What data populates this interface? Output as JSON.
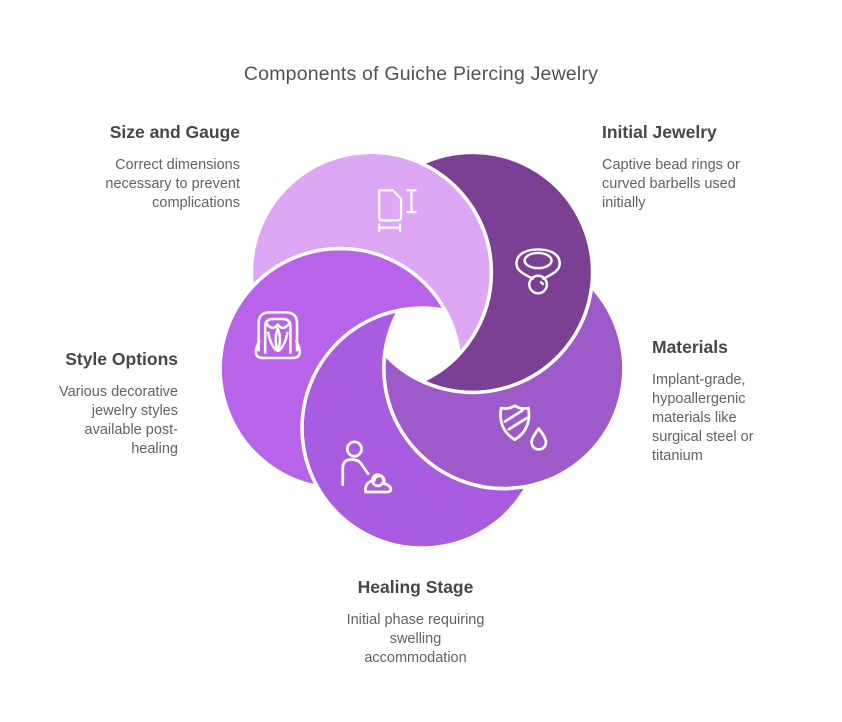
{
  "title": "Components of Guiche Piercing Jewelry",
  "colors": {
    "background": "#ffffff",
    "petal_separator": "#ffffff",
    "heading_text": "#47474b",
    "body_text": "#5f6368",
    "title_text": "#4f5256"
  },
  "sections": [
    {
      "id": "size-gauge",
      "heading": "Size and Gauge",
      "body": "Correct dimensions necessary to prevent complications",
      "color": "#dda7f5",
      "icon": "dimensions-gauge-icon",
      "position": "top-left"
    },
    {
      "id": "initial-jewelry",
      "heading": "Initial Jewelry",
      "body": "Captive bead rings or curved barbells used initially",
      "color": "#7b4094",
      "icon": "captive-bead-ring-icon",
      "position": "top-right"
    },
    {
      "id": "materials",
      "heading": "Materials",
      "body": "Implant-grade, hypoallergenic materials like surgical steel or titanium",
      "color": "#9f5ac9",
      "icon": "shield-water-drop-icon",
      "position": "right"
    },
    {
      "id": "healing-stage",
      "heading": "Healing Stage",
      "body": "Initial phase requiring swelling accommodation",
      "color": "#aa5ce1",
      "icon": "caregiver-patient-icon",
      "position": "bottom"
    },
    {
      "id": "style-options",
      "heading": "Style Options",
      "body": "Various decorative jewelry styles available post-healing",
      "color": "#b763ea",
      "icon": "ornate-jewel-icon",
      "position": "left"
    }
  ]
}
